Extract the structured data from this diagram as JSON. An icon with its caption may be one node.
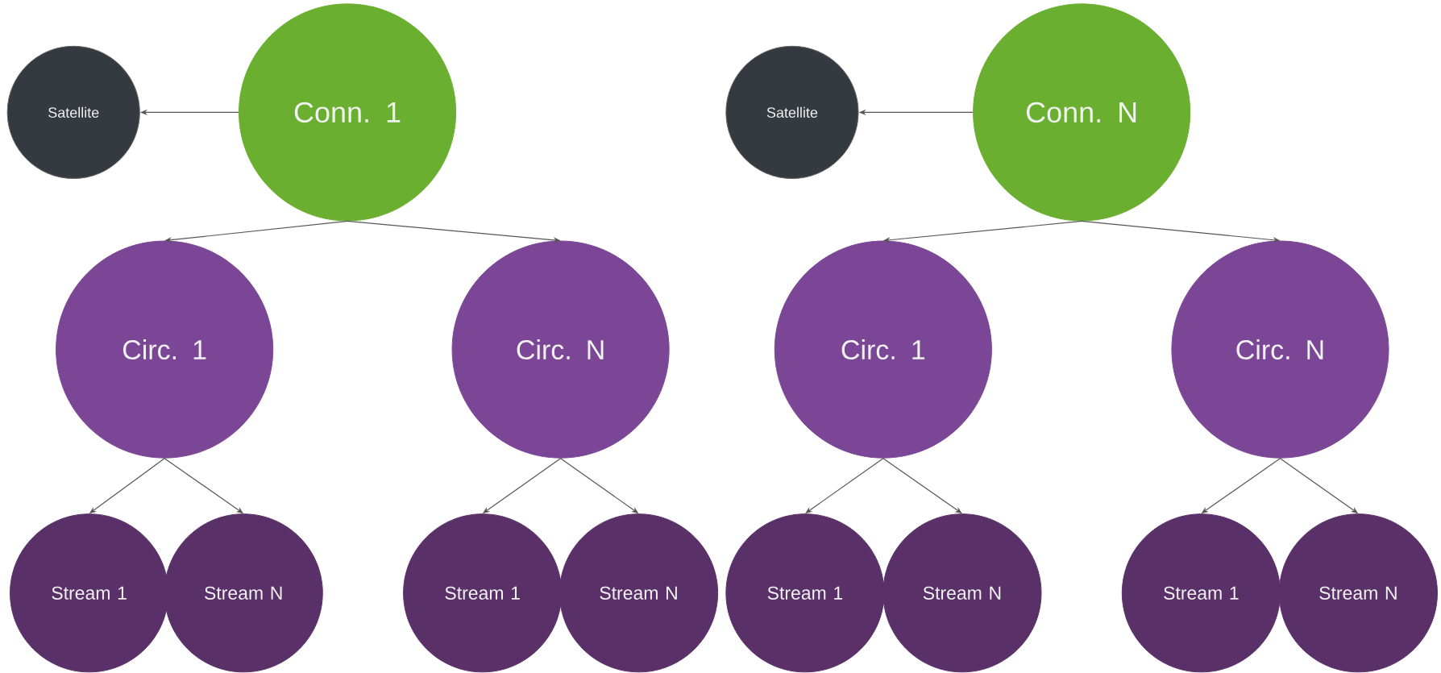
{
  "diagram": {
    "nodes": [
      {
        "text": [
          "Satellite"
        ]
      },
      {
        "text": [
          "Conn. 1"
        ]
      },
      {
        "text": [
          "Circ. 1"
        ]
      },
      {
        "text": [
          "Circ. N"
        ]
      },
      {
        "text": [
          "Stream 1"
        ]
      },
      {
        "text": [
          "Stream N"
        ]
      },
      {
        "text": [
          "Stream 1"
        ]
      },
      {
        "text": [
          "Stream N"
        ]
      },
      {
        "text": [
          "Satellite"
        ]
      },
      {
        "text": [
          "Conn. N"
        ]
      },
      {
        "text": [
          "Circ. 1"
        ]
      },
      {
        "text": [
          "Circ. N"
        ]
      },
      {
        "text": [
          "Stream 1"
        ]
      },
      {
        "text": [
          "Stream N"
        ]
      },
      {
        "text": [
          "Stream 1"
        ]
      },
      {
        "text": [
          "Stream N"
        ]
      }
    ],
    "edges": [
      {
        "from": 1,
        "to": 0,
        "arrow": "to"
      },
      {
        "from": 1,
        "to": 2,
        "arrow": "to"
      },
      {
        "from": 1,
        "to": 3,
        "arrow": "to"
      },
      {
        "from": 2,
        "to": 4,
        "arrow": "to"
      },
      {
        "from": 2,
        "to": 5,
        "arrow": "to"
      },
      {
        "from": 3,
        "to": 6,
        "arrow": "to"
      },
      {
        "from": 3,
        "to": 7,
        "arrow": "to"
      },
      {
        "from": 9,
        "to": 8,
        "arrow": "to"
      },
      {
        "from": 9,
        "to": 10,
        "arrow": "to"
      },
      {
        "from": 9,
        "to": 11,
        "arrow": "to"
      },
      {
        "from": 10,
        "to": 12,
        "arrow": "to"
      },
      {
        "from": 10,
        "to": 13,
        "arrow": "to"
      },
      {
        "from": 11,
        "to": 14,
        "arrow": "to"
      },
      {
        "from": 11,
        "to": 15,
        "arrow": "to"
      }
    ]
  }
}
